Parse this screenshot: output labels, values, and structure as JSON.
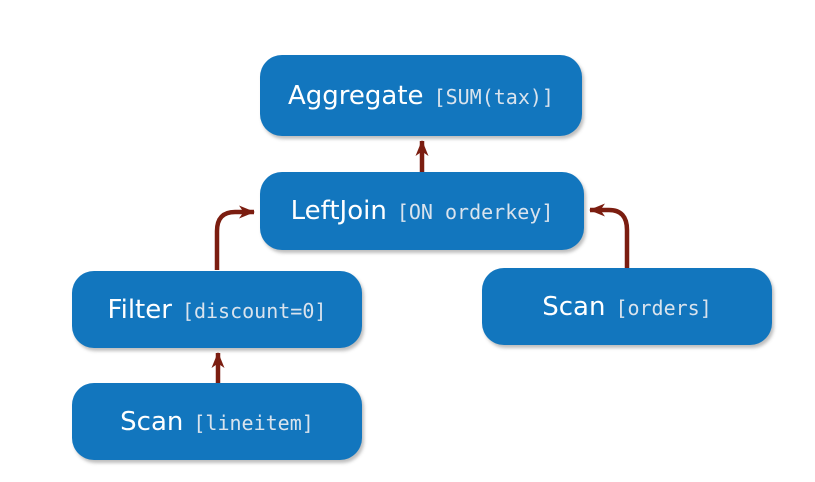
{
  "diagram": {
    "kind": "query-plan",
    "colors": {
      "background": "#ffffff",
      "node_fill": "#1276be",
      "node_label": "#ffffff",
      "node_annotation": "#d9e3ed",
      "arrow": "#7b1d10"
    },
    "nodes": [
      {
        "id": "aggregate",
        "label": "Aggregate",
        "annotation": "[SUM(tax)]"
      },
      {
        "id": "leftjoin",
        "label": "LeftJoin",
        "annotation": "[ON orderkey]"
      },
      {
        "id": "filter",
        "label": "Filter",
        "annotation": "[discount=0]"
      },
      {
        "id": "scan-lineitem",
        "label": "Scan",
        "annotation": "[lineitem]"
      },
      {
        "id": "scan-orders",
        "label": "Scan",
        "annotation": "[orders]"
      }
    ],
    "edges": [
      {
        "from": "leftjoin",
        "to": "aggregate",
        "shape": "straight-up"
      },
      {
        "from": "filter",
        "to": "leftjoin",
        "shape": "up-then-right"
      },
      {
        "from": "scan-orders",
        "to": "leftjoin",
        "shape": "up-then-left"
      },
      {
        "from": "scan-lineitem",
        "to": "filter",
        "shape": "straight-up"
      }
    ]
  }
}
